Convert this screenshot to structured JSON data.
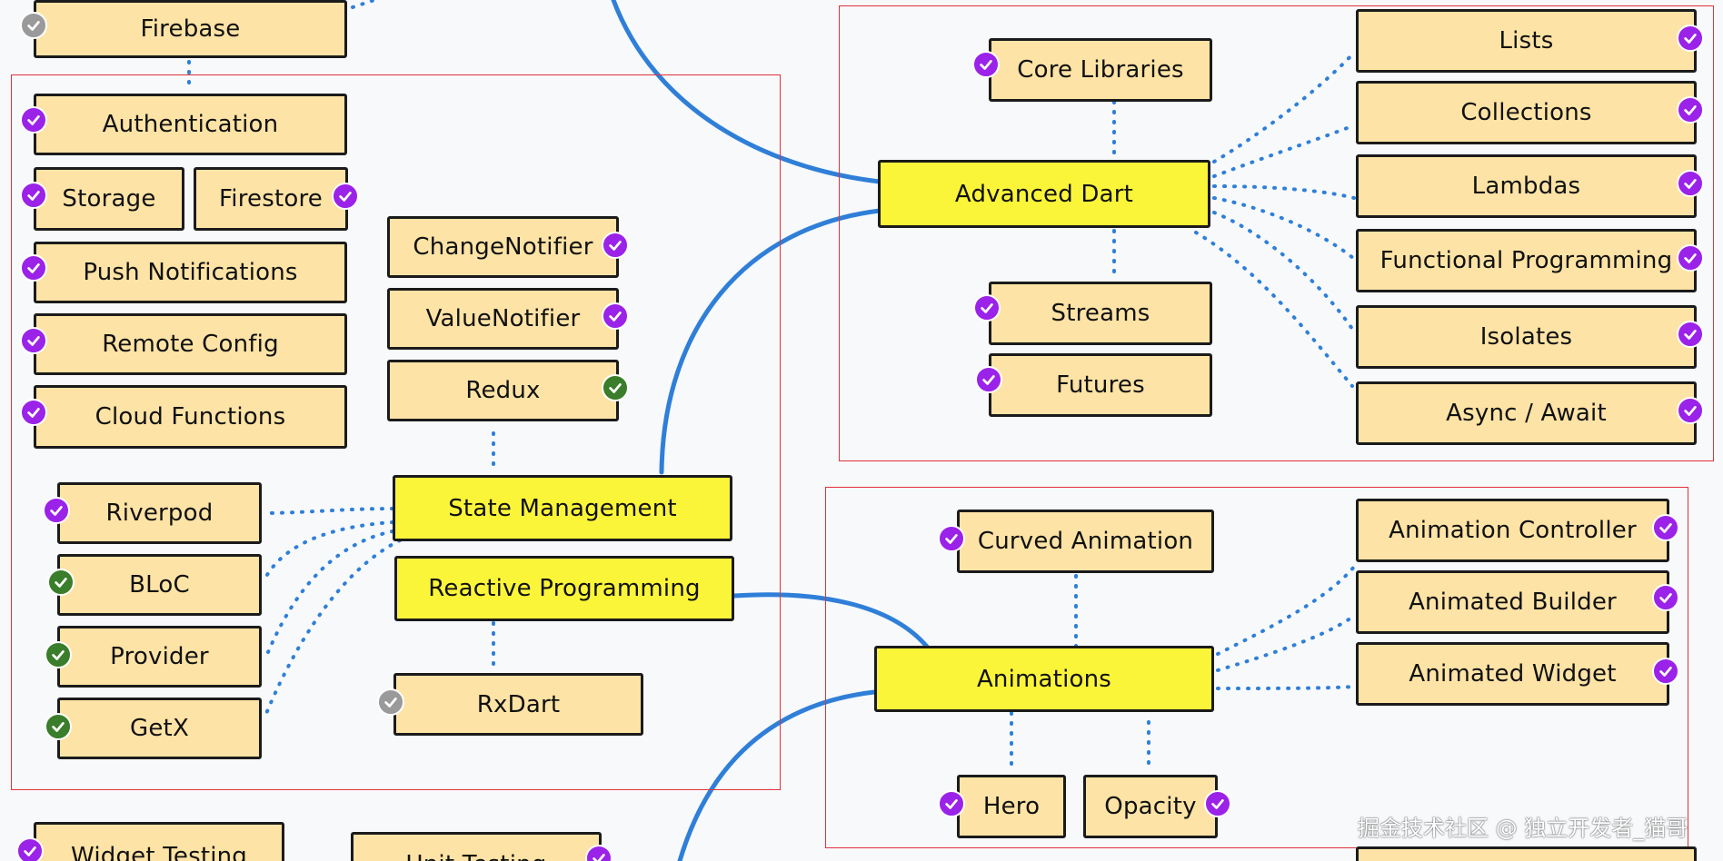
{
  "diagram": {
    "nodes": {
      "firebase": "Firebase",
      "authentication": "Authentication",
      "storage": "Storage",
      "firestore": "Firestore",
      "push_notifications": "Push Notifications",
      "remote_config": "Remote Config",
      "cloud_functions": "Cloud Functions",
      "change_notifier": "ChangeNotifier",
      "value_notifier": "ValueNotifier",
      "redux": "Redux",
      "state_management": "State Management",
      "reactive_programming": "Reactive Programming",
      "riverpod": "Riverpod",
      "bloc": "BLoC",
      "provider": "Provider",
      "getx": "GetX",
      "rxdart": "RxDart",
      "widget_testing": "Widget Testing",
      "unit_testing": "Unit Testing",
      "core_libraries": "Core Libraries",
      "advanced_dart": "Advanced Dart",
      "streams": "Streams",
      "futures": "Futures",
      "lists": "Lists",
      "collections": "Collections",
      "lambdas": "Lambdas",
      "functional_programming": "Functional Programming",
      "isolates": "Isolates",
      "async_await": "Async / Await",
      "curved_animation": "Curved Animation",
      "animations": "Animations",
      "hero": "Hero",
      "opacity": "Opacity",
      "animation_controller": "Animation Controller",
      "animated_builder": "Animated Builder",
      "animated_widget": "Animated Widget"
    },
    "status_legend": {
      "purple": "#9b22e8",
      "green": "#3a7d2a",
      "gray": "#9a9a9a"
    },
    "colors": {
      "node_fill": "#fde3a5",
      "main_node_fill": "#fbf53a",
      "connector": "#2f7fd8",
      "group_border": "#e3323b"
    }
  },
  "watermark": "掘金技术社区 @ 独立开发者_猫哥"
}
